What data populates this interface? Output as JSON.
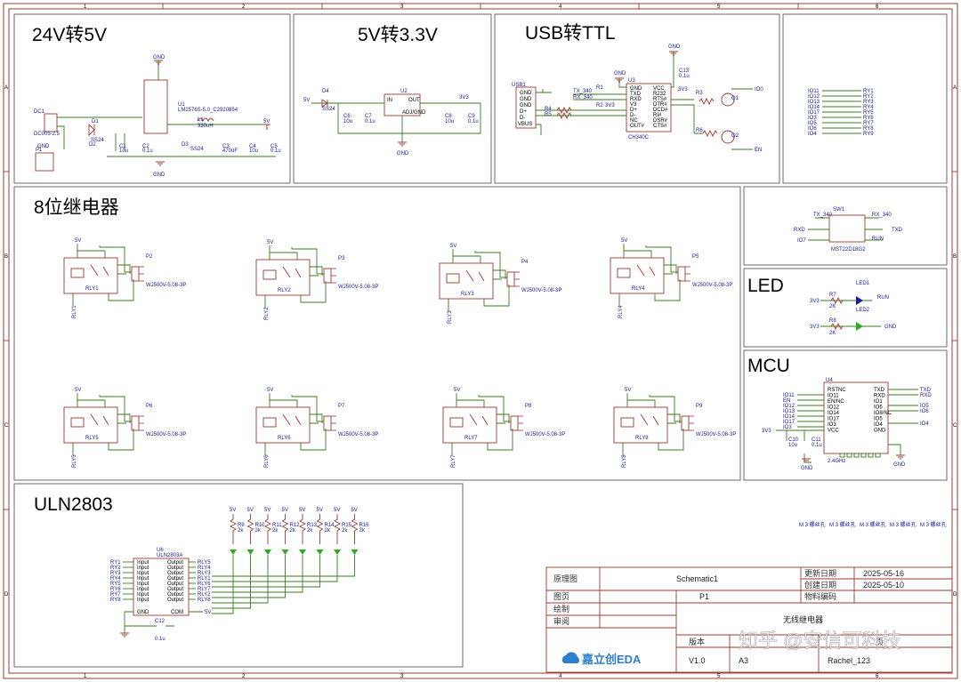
{
  "frame_cols": [
    "1",
    "2",
    "3",
    "4",
    "5",
    "6"
  ],
  "frame_rows": [
    "A",
    "B",
    "C",
    "D"
  ],
  "sections": {
    "pwr24": {
      "title": "24V转5V",
      "dc1": "DC1",
      "dc1_part": "DC005-2.5",
      "d1": "D1",
      "d1_part": "SS24",
      "d2": "D2",
      "d3": "D3",
      "d3_part": "SS24",
      "u1": "U1",
      "u1_part": "LM2576S-5.0_C2920854",
      "l1": "L1",
      "l1_val": "330uH",
      "c1": "C1",
      "c1_val": "10u",
      "c2": "C2",
      "c2_val": "0.1u",
      "c3": "C3",
      "c3_val": "470uF",
      "c4": "C4",
      "c4_val": "10u",
      "c5": "C5",
      "c5_val": "0.1u",
      "gnd": "GND",
      "v5": "5V",
      "p1": "P1"
    },
    "pwr5": {
      "title": "5V转3.3V",
      "d4": "D4",
      "d4_part": "SS24",
      "u2": "U2",
      "in": "IN",
      "out": "OUT",
      "adj": "ADJ/GND",
      "c6": "C6",
      "c6_val": "10u",
      "c7": "C7",
      "c7_val": "0.1u",
      "c8": "C8",
      "c8_val": "10u",
      "c9": "C9",
      "c9_val": "0.1u",
      "v5": "5V",
      "v33": "3V3",
      "gnd": "GND"
    },
    "usb": {
      "title": "USB转TTL",
      "usb1": "USB1",
      "u3": "U3",
      "u3_part": "CH340C",
      "pins_left": [
        "GND",
        "TXD",
        "RXD",
        "V3",
        "D+",
        "D-",
        "NC",
        "OUT#"
      ],
      "pins_right": [
        "VCC",
        "R232",
        "RTS#",
        "DTR#",
        "DCD#",
        "RI#",
        "DSR#",
        "CTS#"
      ],
      "tx": "TX_340",
      "rx": "RX_340",
      "r1": "R1",
      "r2": "R2",
      "r3": "R3",
      "r4": "R4",
      "r5": "R5",
      "r6": "R6",
      "q1": "Q1",
      "q2": "Q2",
      "c13": "C13",
      "c13_val": "0.1u",
      "io0": "IO0",
      "en": "EN",
      "v33": "3V3",
      "gnd": "GND",
      "vbus": "VBUS",
      "usb_pins": [
        "GND",
        "GND",
        "GND",
        "D+",
        "D-"
      ]
    },
    "netmap": {
      "rows": [
        [
          "IO11",
          "RY1"
        ],
        [
          "IO12",
          "RY2"
        ],
        [
          "IO13",
          "RY3"
        ],
        [
          "IO14",
          "RY4"
        ],
        [
          "IO17",
          "RY5"
        ],
        [
          "IO3",
          "RY6"
        ],
        [
          "IO5",
          "RY7"
        ],
        [
          "IO6",
          "RY8"
        ],
        [
          "IO4",
          "RY9"
        ]
      ]
    },
    "relays": {
      "title": "8位继电器",
      "v5": "5V",
      "part": "WJ500V-5.08-3P",
      "items": [
        {
          "rly": "RLY1",
          "p": "P2",
          "net": "RLY1"
        },
        {
          "rly": "RLY2",
          "p": "P3",
          "net": "RLY2"
        },
        {
          "rly": "RLY3",
          "p": "P4",
          "net": "RLY3"
        },
        {
          "rly": "RLY4",
          "p": "P5",
          "net": "RLY4"
        },
        {
          "rly": "RLY5",
          "p": "P6",
          "net": "RLY5"
        },
        {
          "rly": "RLY6",
          "p": "P7",
          "net": "RLY6"
        },
        {
          "rly": "RLY7",
          "p": "P8",
          "net": "RLY7"
        },
        {
          "rly": "RLY8",
          "p": "P9",
          "net": "RLY8"
        }
      ]
    },
    "switch": {
      "sw": "SW1",
      "tx": "TX_340",
      "rx": "RX_340",
      "rxd": "RXD",
      "txd": "TXD",
      "io7": "IO7",
      "run": "RUN",
      "part": "MST22D18G2"
    },
    "led": {
      "title": "LED",
      "r7": "R7",
      "r7_val": "2K",
      "r8": "R8",
      "r8_val": "2K",
      "led1": "LED1",
      "led2": "LED2",
      "v33": "3V3",
      "run": "RUN",
      "gnd": "GND"
    },
    "mcu": {
      "title": "MCU",
      "u4": "U4",
      "pins_left": [
        "RSTNC",
        "IO11",
        "EN/NC",
        "IO12",
        "IO14",
        "IO17",
        "IO3",
        "VCC"
      ],
      "pins_right": [
        "TXD",
        "RXD",
        "IO1",
        "IO6",
        "IO8/NC",
        "IO5",
        "IO4",
        "GND"
      ],
      "nets_left": [
        "IO11",
        "EN",
        "IO12",
        "IO13",
        "IO14",
        "IO17",
        "IO3"
      ],
      "nets_right": [
        "TXD",
        "RXD",
        "IO5",
        "IO6",
        "IO4"
      ],
      "freq": "2.4GHz",
      "c10": "C10",
      "c10_val": "10u",
      "c11": "C11",
      "c11_val": "0.1u",
      "v33": "3V3",
      "gnd": "GND"
    },
    "uln": {
      "title": "ULN2803",
      "u6": "U6",
      "u6_part": "ULN2803A",
      "inputs": [
        "RY1",
        "RY2",
        "RY3",
        "RY4",
        "RY5",
        "RY6",
        "RY7",
        "RY8"
      ],
      "outputs": [
        "RLY5",
        "RLY4",
        "RLY3",
        "RLY1",
        "RLY6",
        "RLY7",
        "RLY2",
        "RLY8"
      ],
      "in_label": "Input",
      "out_label": "Output",
      "gnd": "GND",
      "com": "COM",
      "v5": "5V",
      "c12": "C12",
      "c12_val": "0.1u",
      "resistors": [
        "R9",
        "R10",
        "R11",
        "R12",
        "R13",
        "R14",
        "R15",
        "R16"
      ],
      "r_val": "2k"
    },
    "holes": [
      "M 3 螺丝孔",
      "M 3 螺丝孔",
      "M 3 螺丝孔",
      "M 3 螺丝孔",
      "M 3 螺丝孔"
    ]
  },
  "titleblock": {
    "k_schematic": "原理图",
    "v_schematic": "Schematic1",
    "k_updated": "更新日期",
    "v_updated": "2025-05-16",
    "k_created": "创建日期",
    "v_created": "2025-05-10",
    "k_page": "图页",
    "v_page": "P1",
    "k_material": "物料编码",
    "k_draw": "绘制",
    "k_review": "审阅",
    "project": "无线继电器",
    "k_version": "版本",
    "k_page2": "页",
    "v_version": "V1.0",
    "v_size": "A3",
    "v_author": "Rachel_123",
    "logo": "嘉立创EDA"
  },
  "watermark": "知乎 @安信可科技"
}
